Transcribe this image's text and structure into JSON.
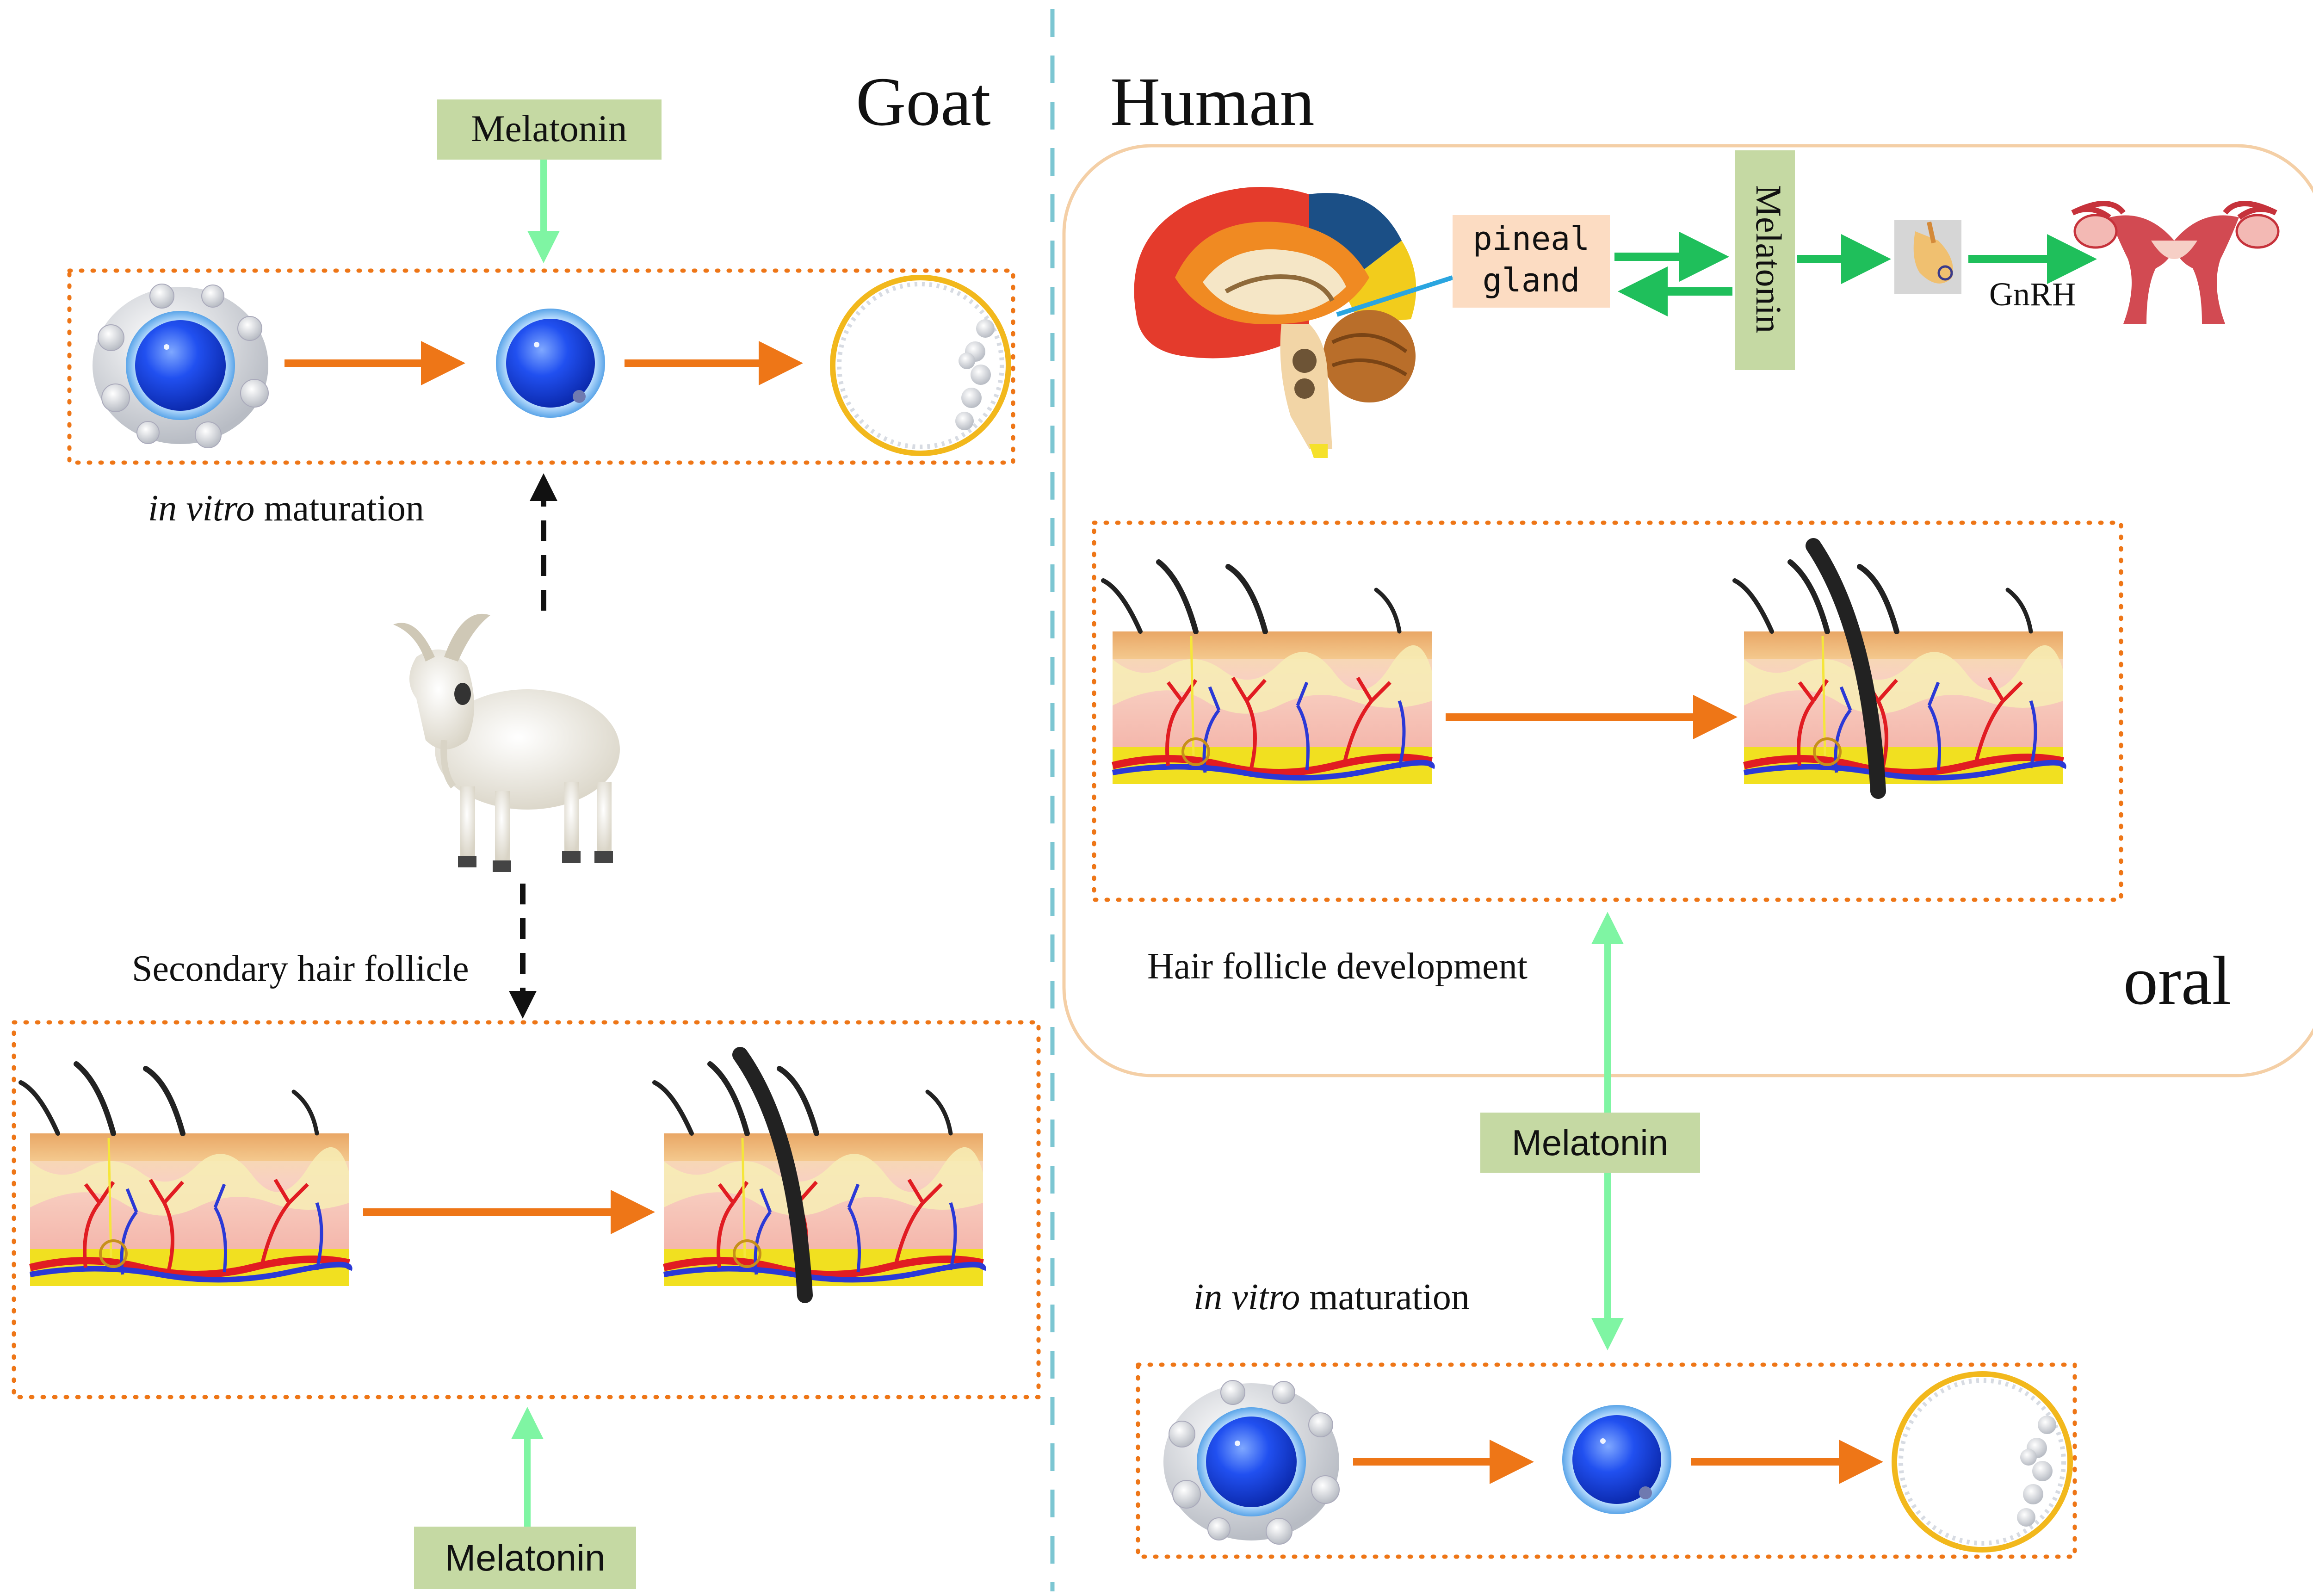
{
  "goat": {
    "section_title": "Goat",
    "melatonin_top": "Melatonin",
    "ivm_italic": "in vitro",
    "ivm_rest": " maturation",
    "hair_follicle_label": "Secondary hair follicle",
    "melatonin_bottom": "Melatonin"
  },
  "human": {
    "section_title": "Human",
    "pineal_line1": "pineal",
    "pineal_line2": "gland",
    "melatonin_vertical": "Melatonin",
    "gnrh": "GnRH",
    "hair_follicle_label": "Hair follicle development",
    "oral": "oral",
    "melatonin_center": "Melatonin",
    "ivm_italic": "in vitro",
    "ivm_rest": " maturation"
  },
  "colors": {
    "orange_arrow": "#ee7617",
    "green_arrow": "#1fbf5b",
    "light_green_arrow": "#7ff5a3",
    "melatonin_box": "#c5d9a3",
    "pineal_box": "#fcdcc2",
    "divider": "#7cc6d2",
    "rounded_panel": "#f4cfa6",
    "oocyte_blue": "#1d49e6",
    "zona_yellow": "#f2b81c"
  },
  "icons": [
    "goat-icon",
    "brain-icon",
    "pituitary-icon",
    "uterus-icon",
    "skin-section-icon",
    "oocyte-icon"
  ]
}
